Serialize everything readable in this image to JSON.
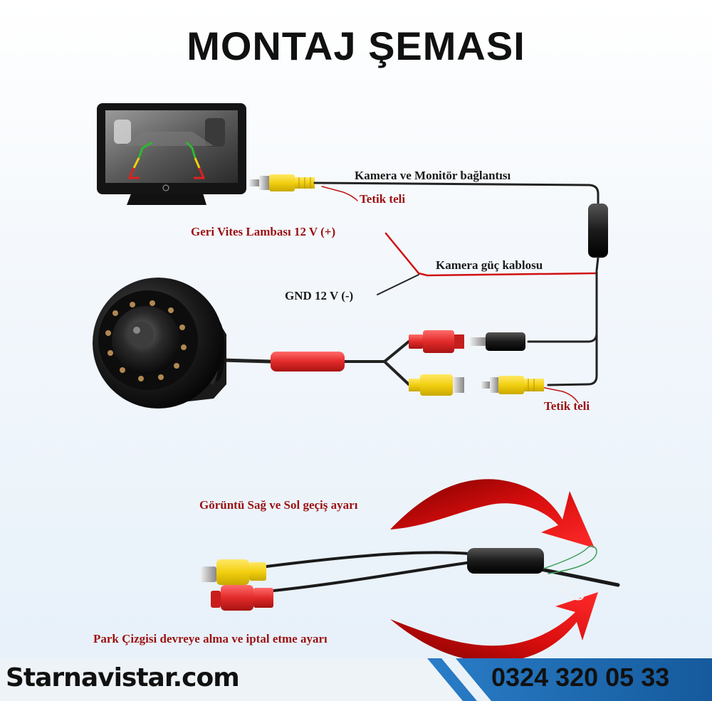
{
  "title": "MONTAJ ŞEMASI",
  "labels": {
    "camera_monitor_connection": "Kamera ve Monitör bağlantısı",
    "trigger_wire_top": "Tetik teli",
    "reverse_light": "Geri Vites Lambası 12 V (+)",
    "camera_power_cable": "Kamera güç kablosu",
    "gnd": "GND 12 V (-)",
    "trigger_wire_bottom": "Tetik teli",
    "mirror_setting": "Görüntü Sağ ve Sol geçiş ayarı",
    "park_lines_setting": "Park Çizgisi devreye alma ve iptal etme ayarı"
  },
  "footer": {
    "brand": "Starnavistar.com",
    "phone": "0324 320 05 33"
  },
  "colors": {
    "wire_red": "#d21010",
    "label_red": "#9b1111",
    "rca_yellow": "#f2cf10",
    "connector_red": "#e22a2a",
    "footer_blue": "#1e6fb8",
    "cable_black": "#222222"
  }
}
